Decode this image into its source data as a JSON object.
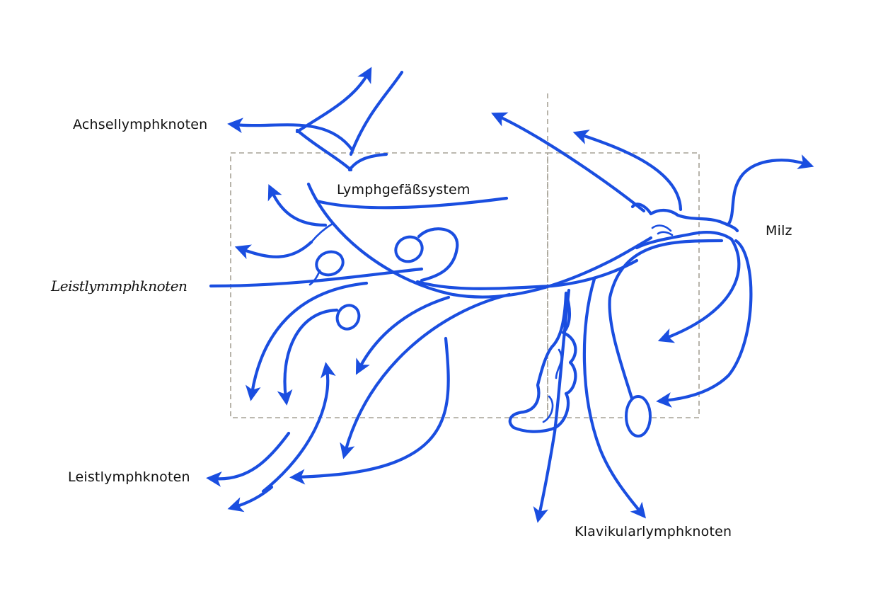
{
  "colors": {
    "vessel": "#1a4ee0",
    "frame": "#a6a296",
    "text": "#111111"
  },
  "labels": {
    "axillary": "Achsellymphknoten",
    "system": "Lymphgefäßsystem",
    "inguinal_script": "Leistlymmphknoten",
    "spleen": "Milz",
    "inguinal": "Leistlymphknoten",
    "clavicular": "Klavikularlymphknoten"
  }
}
